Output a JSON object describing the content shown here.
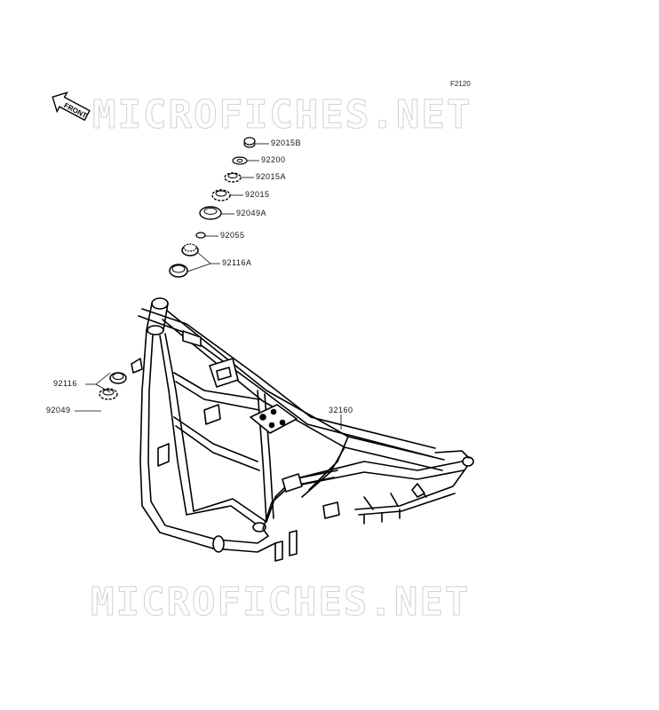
{
  "figure_code": "F2120",
  "watermark": "MICROFICHES.NET",
  "front_arrow_label": "FRONT",
  "callouts": {
    "p92015B": "92015B",
    "p92200": "92200",
    "p92015A": "92015A",
    "p92015": "92015",
    "p92049A": "92049A",
    "p92055": "92055",
    "p92116A": "92116A",
    "p92116": "92116",
    "p92049": "92049",
    "p32160": "32160"
  }
}
